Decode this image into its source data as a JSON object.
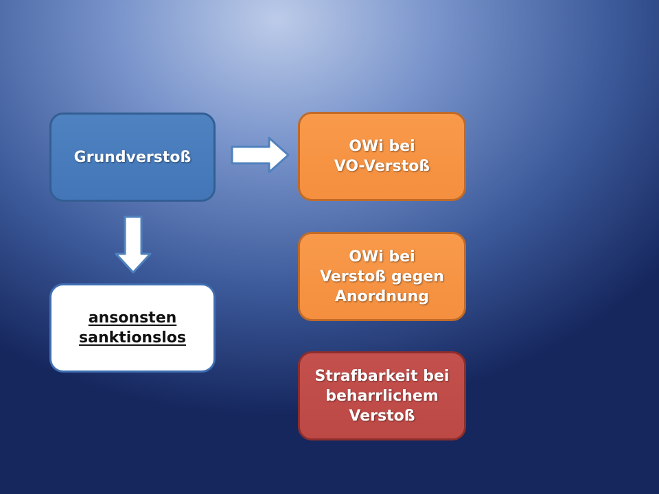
{
  "diagram": {
    "nodes": {
      "grundverstoss": "Grundverstoß",
      "ansonsten": "ansonsten\nsanktionslos",
      "owi_vo": "OWi bei\nVO-Verstoß",
      "owi_anordnung": "OWi bei\nVerstoß gegen\nAnordnung",
      "strafbarkeit": "Strafbarkeit bei\nbeharrlichem\nVerstoß"
    },
    "colors": {
      "blue": "#4f81bd",
      "orange": "#f79646",
      "red": "#c0504d",
      "arrow_fill": "#ffffff",
      "arrow_stroke": "#4f81bd"
    }
  }
}
